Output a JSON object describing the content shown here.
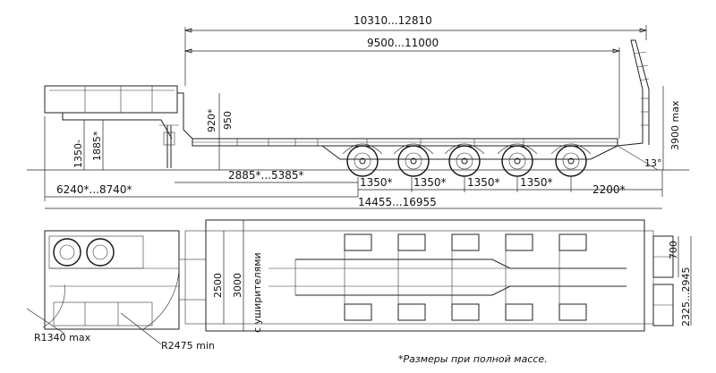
{
  "dimensions": {
    "overall_length_top": "10310...12810",
    "platform_length": "9500...11000",
    "height_max": "3900 max",
    "gooseneck_upper": "920*",
    "gooseneck_upper_2": "950",
    "kingpin_height": "1350-",
    "kingpin_height_2": "1885*",
    "kingpin_to_axle": "2885*...5385*",
    "kingpin_offset": "6240*...8740*",
    "axle_spacing": "1350*",
    "rear_overhang": "2200*",
    "ramp_angle": "13°",
    "overall_length": "14455...16955",
    "width_inner": "2500",
    "width_with_extension": "3000",
    "extension_label": "с уширителями",
    "ramp_width": "700",
    "width_rear": "2325...2945",
    "turn_radius_front": "R1340 max",
    "turn_radius_min": "R2475 min"
  },
  "footnote": "*Размеры при полной массе."
}
